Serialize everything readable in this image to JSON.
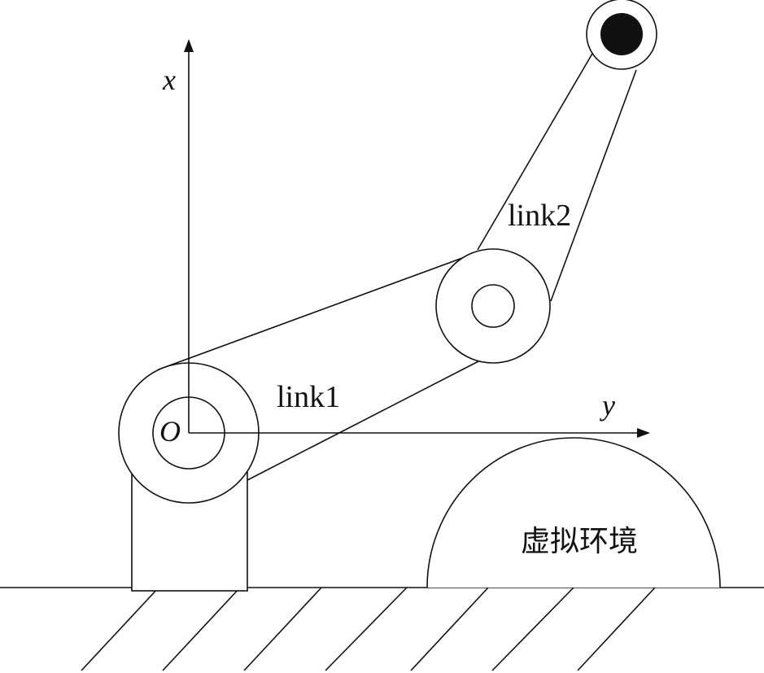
{
  "diagram": {
    "axes": {
      "x_label": "x",
      "y_label": "y",
      "origin_label": "O"
    },
    "links": {
      "link1_label": "link1",
      "link2_label": "link2"
    },
    "environment": {
      "label": "虚拟环境"
    }
  }
}
